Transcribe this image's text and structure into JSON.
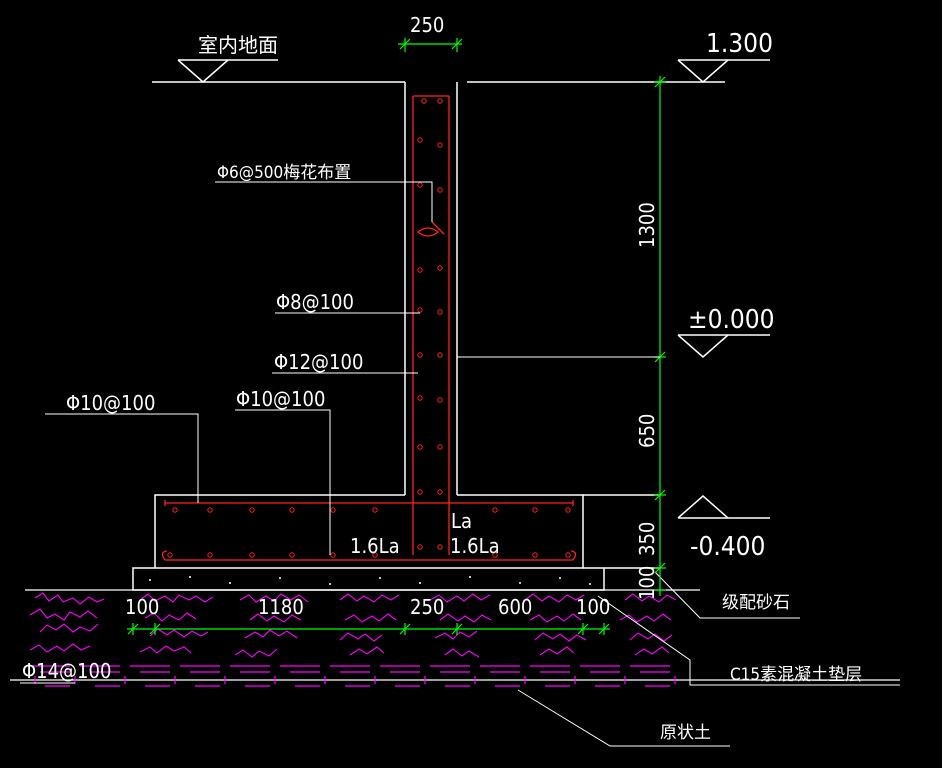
{
  "labels": {
    "indoor_floor": "室内地面",
    "wall_thickness": "250",
    "elev_top": "1.300",
    "elev_zero": "±0.000",
    "elev_bottom": "-0.400",
    "dim_1300": "1300",
    "dim_650": "650",
    "dim_350": "350",
    "dim_100_right": "100",
    "rebar_tie": "Φ6@500梅花布置",
    "rebar_phi8": "Φ8@100",
    "rebar_phi12": "Φ12@100",
    "rebar_phi10_left": "Φ10@100",
    "rebar_phi10_mid": "Φ10@100",
    "rebar_phi14": "Φ14@100",
    "la": "La",
    "la16_left": "1.6La",
    "la16_right": "1.6La",
    "dim_b1": "100",
    "dim_b2": "1180",
    "dim_b3": "250",
    "dim_b4": "600",
    "dim_b5": "100",
    "gravel": "级配砂石",
    "cushion": "C15素混凝土垫层",
    "soil": "原状土"
  },
  "colors": {
    "background": "#000000",
    "outline": "#ffffff",
    "rebar": "#ff2020",
    "dimension": "#00ff00",
    "gravel_hatch": "#ff00ff"
  }
}
